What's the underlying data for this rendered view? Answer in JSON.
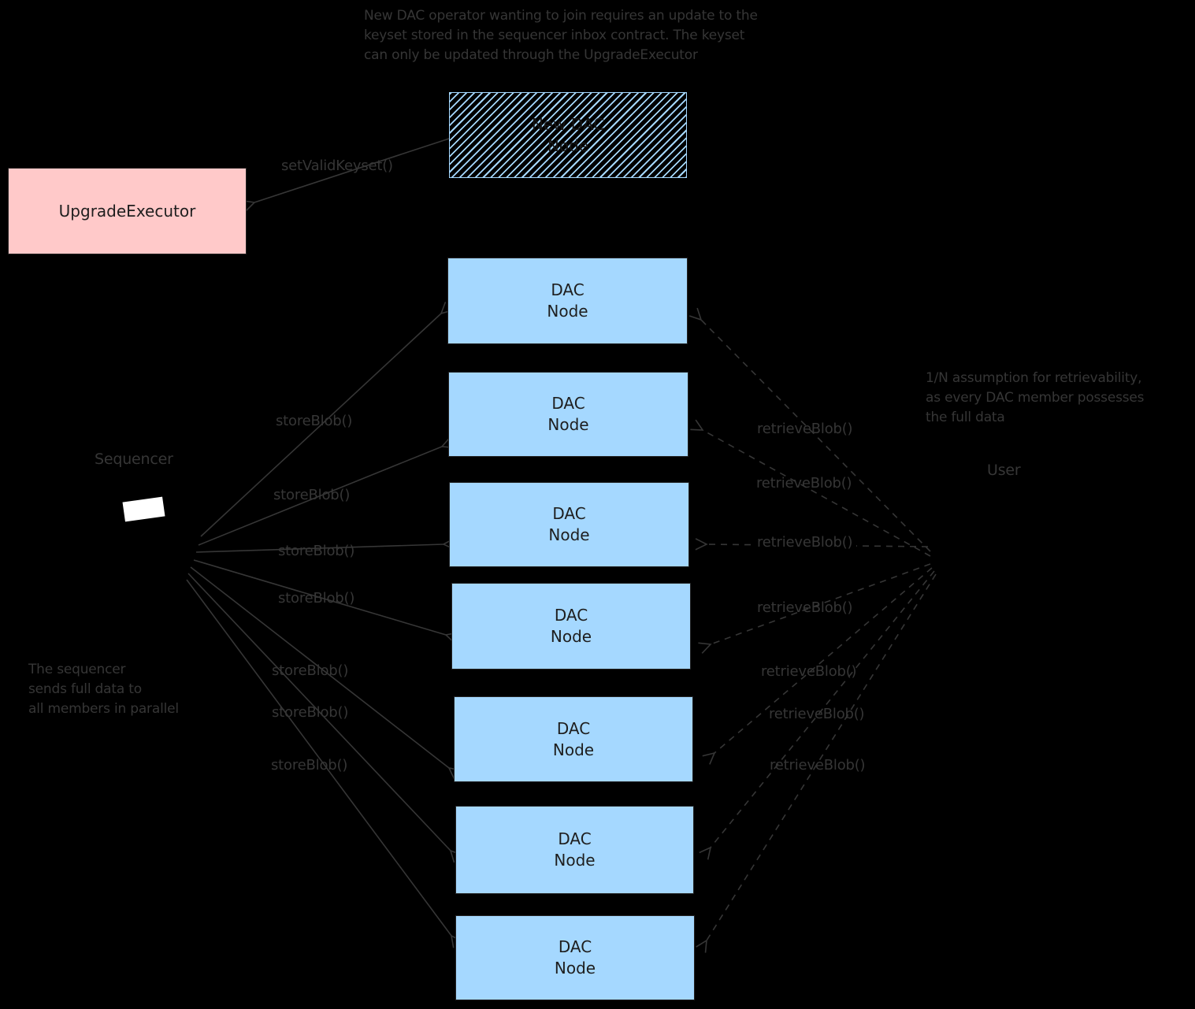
{
  "colors": {
    "background": "#000000",
    "stroke": "#363636",
    "box_text": "#1e1e1e",
    "dac_node_fill": "#a5d8ff",
    "upgrade_executor_fill": "#ffc9c9",
    "sequencer_rect_fill": "#ffffff"
  },
  "notes": {
    "keyset": "New DAC operator wanting to join requires an update to the\nkeyset stored in the sequencer inbox contract. The keyset\ncan only be updated through the UpgradeExecutor",
    "retrievability": "1/N assumption for retrievability,\nas every DAC member possesses\nthe full data",
    "parallel": "The sequencer\nsends full data to\nall members in parallel"
  },
  "nodes": {
    "upgrade_executor": "UpgradeExecutor",
    "new_dac_node": "New DAC\nNode",
    "sequencer": "Sequencer",
    "user": "User",
    "dac_nodes": [
      {
        "label": "DAC\nNode"
      },
      {
        "label": "DAC\nNode"
      },
      {
        "label": "DAC\nNode"
      },
      {
        "label": "DAC\nNode"
      },
      {
        "label": "DAC\nNode"
      },
      {
        "label": "DAC\nNode"
      },
      {
        "label": "DAC\nNode"
      }
    ]
  },
  "edges": {
    "set_valid_keyset": "setValidKeyset()",
    "store": [
      "storeBlob()",
      "storeBlob()",
      "storeBlob()",
      "storeBlob()",
      "storeBlob()",
      "storeBlob()",
      "storeBlob()"
    ],
    "retrieve": [
      "retrieveBlob()",
      "retrieveBlob()",
      "retrieveBlob()",
      "retrieveBlob()",
      "retrieveBlob()",
      "retrieveBlob()",
      "retrieveBlob()"
    ]
  }
}
